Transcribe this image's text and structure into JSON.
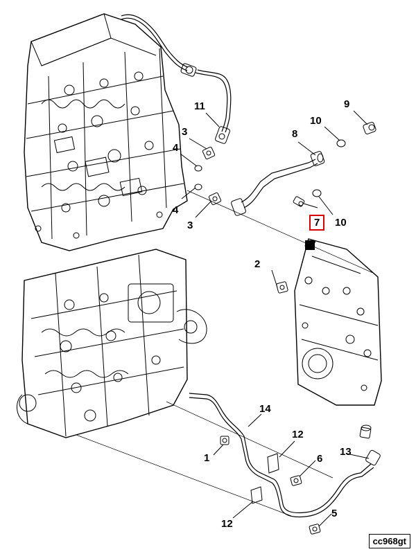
{
  "diagram": {
    "highlight_color": "#d40000",
    "callouts": [
      {
        "id": "c11",
        "label": "11"
      },
      {
        "id": "c3a",
        "label": "3"
      },
      {
        "id": "c4a",
        "label": "4"
      },
      {
        "id": "c4b",
        "label": "4"
      },
      {
        "id": "c3b",
        "label": "3"
      },
      {
        "id": "c8",
        "label": "8"
      },
      {
        "id": "c10a",
        "label": "10"
      },
      {
        "id": "c9",
        "label": "9"
      },
      {
        "id": "c7",
        "label": "7",
        "highlighted": true
      },
      {
        "id": "c10b",
        "label": "10"
      },
      {
        "id": "c2",
        "label": "2"
      },
      {
        "id": "c14",
        "label": "14"
      },
      {
        "id": "c12a",
        "label": "12"
      },
      {
        "id": "c13",
        "label": "13"
      },
      {
        "id": "c1",
        "label": "1"
      },
      {
        "id": "c6",
        "label": "6"
      },
      {
        "id": "c5",
        "label": "5"
      },
      {
        "id": "c12b",
        "label": "12"
      }
    ],
    "figure_code": "cc968gt"
  }
}
